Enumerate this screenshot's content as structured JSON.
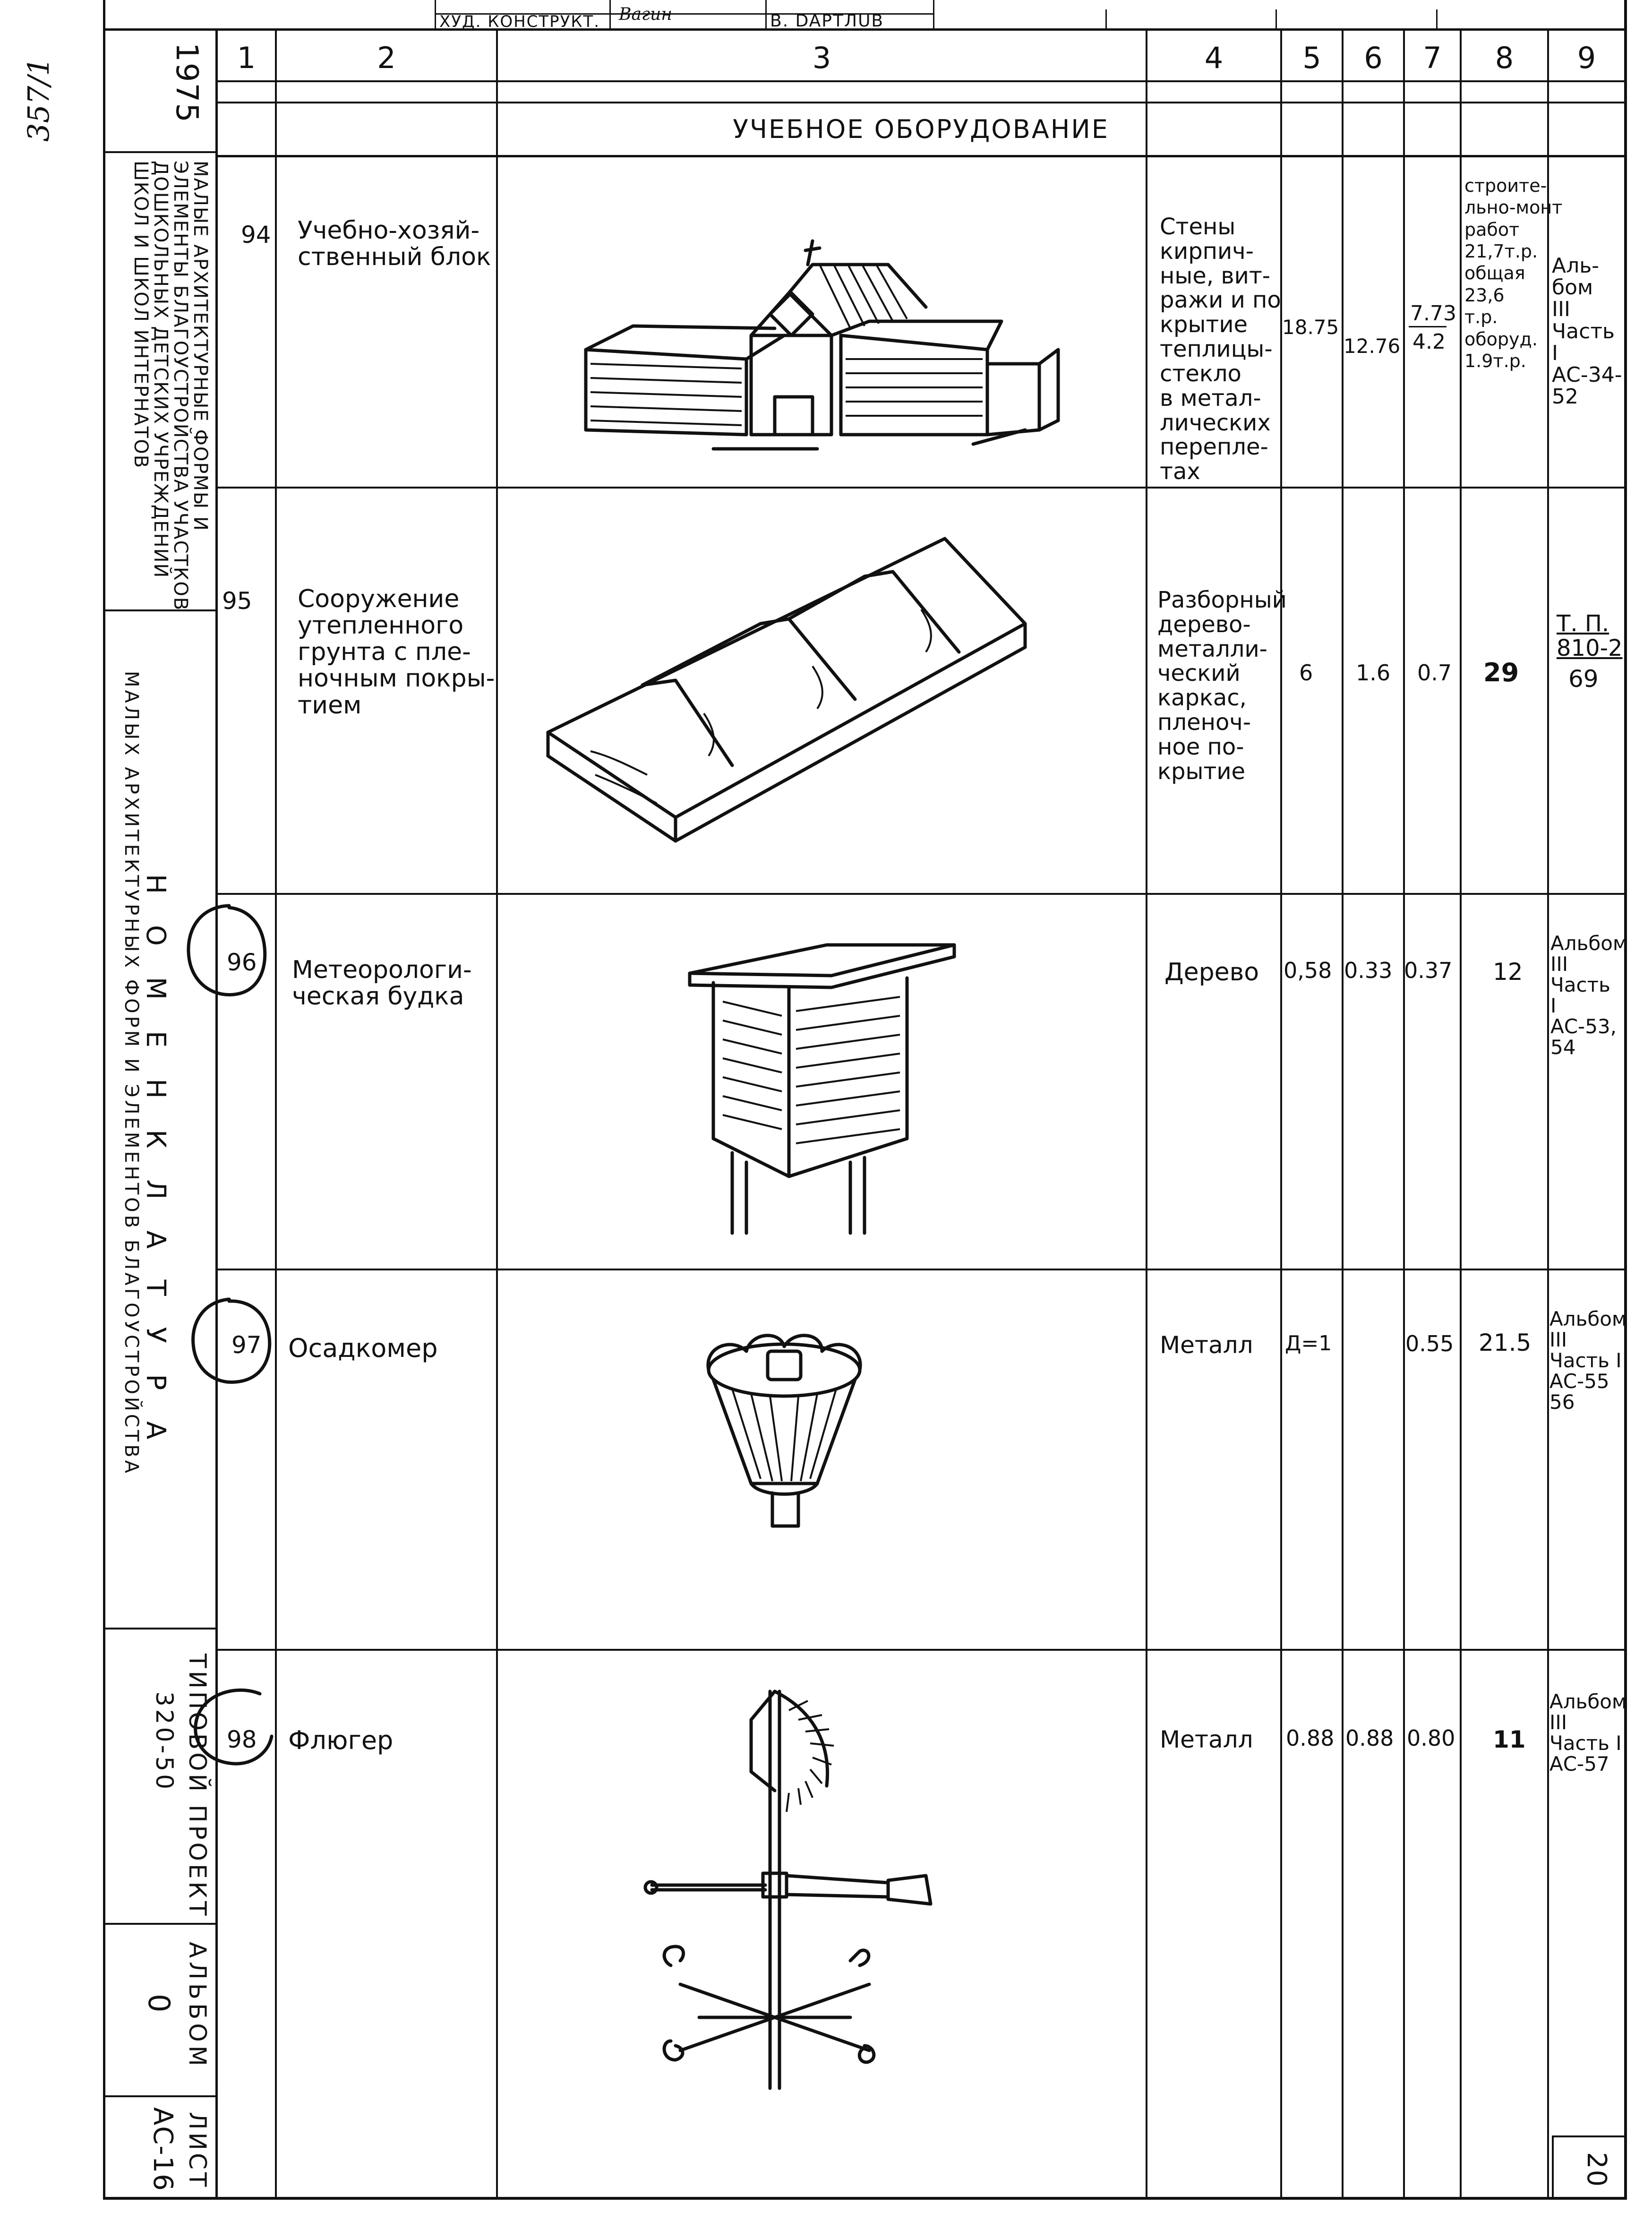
{
  "stamp": {
    "hud": "ХУД. КОНСТРУКТ.",
    "signature": "Вагин",
    "name": "В. DAРТЛUВ"
  },
  "margin_note": "357/1",
  "year": "1975",
  "columns": [
    "1",
    "2",
    "3",
    "4",
    "5",
    "6",
    "7",
    "8",
    "9"
  ],
  "section_title": "УЧЕБНОЕ ОБОРУДОВАНИЕ",
  "side": {
    "category": "МАЛЫЕ АРХИТЕКТУРНЫЕ ФОРМЫ И\nЭЛЕМЕНТЫ БЛАГОУСТРОЙСТВА УЧАСТКОВ\nДОШКОЛЬНЫХ ДЕТСКИХ УЧРЕЖДЕНИЙ\nШКОЛ И ШКОЛ ИНТЕРНАТОВ",
    "nomenclature_1": "МАЛЫХ АРХИТЕКТУРНЫХ ФОРМ И ЭЛЕМЕНТОВ БЛАГОУСТРОЙСТВА",
    "nomenclature_2": "Н О М Е Н К Л А Т У Р А",
    "project_label": "ТИПОВОЙ ПРОЕКТ",
    "project_number": "320-50",
    "album_label": "АЛЬБОМ",
    "album_number": "0",
    "sheet_label": "ЛИСТ",
    "sheet_number": "АС-16"
  },
  "rows": [
    {
      "num": "94",
      "name": "Учебно-хозяй-\nственный блок",
      "material": "Стены\nкирпич-\nные, вит-\nражи и по\nкрытие\nтеплицы-\nстекло\nв метал-\nлических\nперепле-\nтах",
      "c5": "18.75",
      "c6": "12.76",
      "c7_top": "7.73",
      "c7_bottom": "4.2",
      "c8": "строите-\nльно-монт\nработ\n21,7т.р.\nобщая\n23,6\nт.р.\nоборуд.\n1.9т.р.",
      "c9": "Аль-\nбом\nIII\nЧасть\nI\nАС-34-\n52"
    },
    {
      "num": "95",
      "name": "Сооружение\nутепленного\nгрунта с пле-\nночным покры-\nтием",
      "material": "Разборный\nдерево-\nметалли-\nческий\nкаркас,\nпленоч-\nное по-\nкрытие",
      "c5": "6",
      "c6": "1.6",
      "c7": "0.7",
      "c8": "29",
      "c9_top": "Т. П.\n810-2",
      "c9_bottom": "69"
    },
    {
      "num": "96",
      "name": "Метеорологи-\nческая будка",
      "material": "Дерево",
      "c5": "0,58",
      "c6": "0.33",
      "c7": "0.37",
      "c8": "12",
      "c9": "Альбом\nIII\nЧасть\nI\nАС-53,\n54"
    },
    {
      "num": "97",
      "name": "Осадкомер",
      "material": "Металл",
      "c5": "Д=1",
      "c6": "",
      "c7": "0.55",
      "c8": "21.5",
      "c9": "Альбом\nIII\nЧасть I\nАС-55\n56"
    },
    {
      "num": "98",
      "name": "Флюгер",
      "material": "Металл",
      "c5": "0.88",
      "c6": "0.88",
      "c7": "0.80",
      "c8": "11",
      "c9": "Альбом\nIII\nЧасть I\nАС-57"
    }
  ],
  "page_number": "20"
}
